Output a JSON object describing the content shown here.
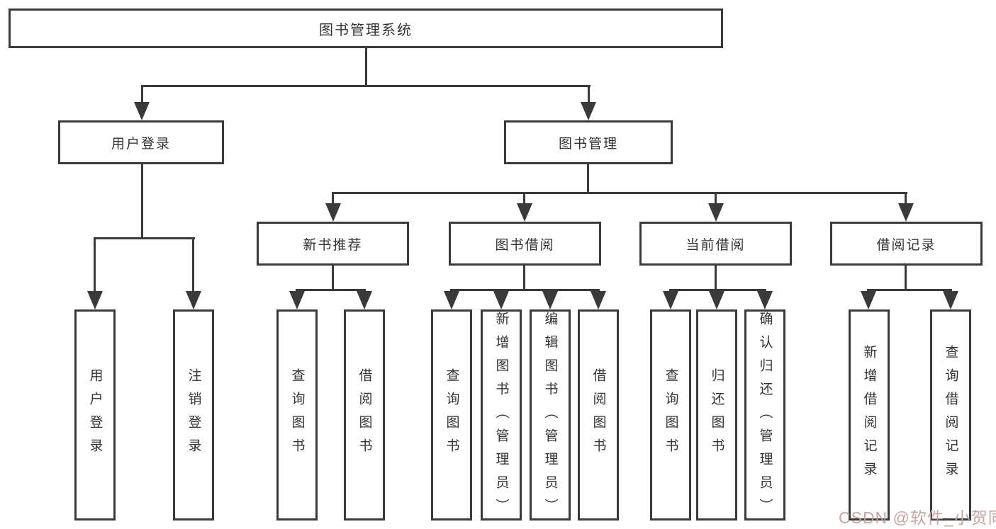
{
  "colors": {
    "line": "#3a3a3a",
    "text": "#333333",
    "watermark": "#c2a1a1",
    "background": "#ffffff"
  },
  "nodes": {
    "root": {
      "label": "图书管理系统"
    },
    "level2": [
      {
        "label": "用户登录"
      },
      {
        "label": "图书管理"
      }
    ],
    "level3": [
      {
        "label": "新书推荐"
      },
      {
        "label": "图书借阅"
      },
      {
        "label": "当前借阅"
      },
      {
        "label": "借阅记录"
      }
    ],
    "leaves": [
      {
        "label": "用户登录"
      },
      {
        "label": "注销登录"
      },
      {
        "label": "查询图书"
      },
      {
        "label": "借阅图书"
      },
      {
        "label": "查询图书"
      },
      {
        "label": "新增图书（管理员）"
      },
      {
        "label": "编辑图书（管理员）"
      },
      {
        "label": "借阅图书"
      },
      {
        "label": "查询图书"
      },
      {
        "label": "归还图书"
      },
      {
        "label": "确认归还（管理员）"
      },
      {
        "label": "新增借阅记录"
      },
      {
        "label": "查询借阅记录"
      }
    ]
  },
  "watermark": {
    "text": "CSDN @软件_小贺同学"
  }
}
